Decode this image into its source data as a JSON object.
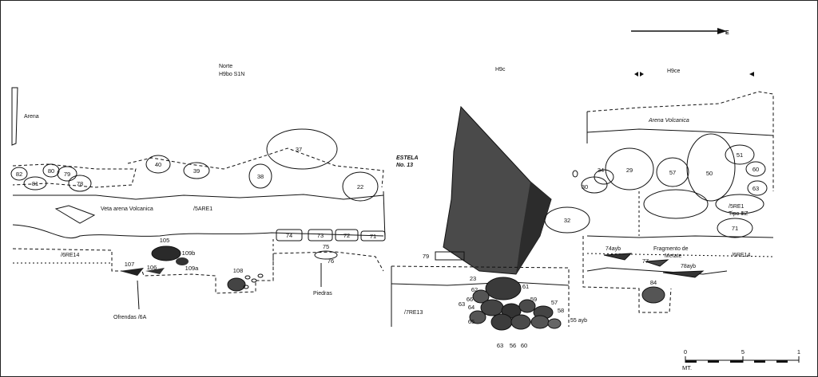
{
  "header": {
    "north_label": "Norte",
    "north_code": "H9bo S1N",
    "central_code": "H9c",
    "east_code": "H9ce",
    "arrow_label": "E"
  },
  "stela": {
    "title": "ESTELA",
    "number": "No. 13"
  },
  "layers": {
    "arena": "Arena",
    "veta": "Veta arena Volcanica",
    "l5are1": "/5ARE1",
    "l6re14_left": "/6RE14",
    "l7re13": "/7RE13",
    "arena_volcanica": "Arena Volcanica",
    "l5re1": "/5RE1",
    "tipo": "Tipo ⅢZ",
    "l6re14_right": "/6RE14"
  },
  "annotations": {
    "ofrendas": "Ofrendas /6A",
    "piedras": "Piedras",
    "fragmento": "Fragmento de",
    "metate": "Metate",
    "s74ayb": "74ayb",
    "s78ayb": "78ayb",
    "s55ayb": "55 ayb"
  },
  "features": {
    "f82": "82",
    "f81": "81",
    "f80": "80",
    "f79a": "79",
    "f78": "78",
    "f40": "40",
    "f39": "39",
    "f38": "38",
    "f37": "37",
    "f22": "22",
    "f74": "74",
    "f73": "73",
    "f72": "72",
    "f71a": "71",
    "f105": "105",
    "f109b": "109b",
    "f109a": "109a",
    "f107": "107",
    "f106": "106",
    "f108": "108",
    "f75": "75",
    "f76": "76",
    "f79b": "79",
    "f32": "32",
    "f23": "23",
    "f62": "62",
    "f61": "61",
    "f66": "66",
    "f64": "64",
    "f63a": "63",
    "f59": "59",
    "f57a": "57",
    "f58": "58",
    "f65": "65",
    "f63b": "63",
    "f56": "56",
    "f60a": "60",
    "f34": "34",
    "f30": "30",
    "f29": "29",
    "f57b": "57",
    "f50": "50",
    "f51": "51",
    "f60b": "60",
    "f63c": "63",
    "f71b": "71",
    "f84": "84",
    "f77": "77"
  },
  "scale": {
    "t0": "0",
    "t5": "5",
    "t1": "1",
    "unit": "MT."
  }
}
